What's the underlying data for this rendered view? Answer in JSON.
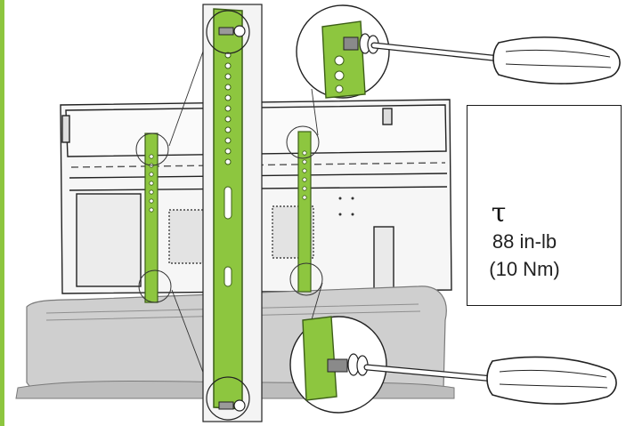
{
  "accent_color": "#8dc63f",
  "accent_dark": "#4f7d1f",
  "panel_fill": "#f4f4f4",
  "wrap_fill": "#cfcfcf",
  "torque": {
    "symbol": "τ",
    "value_imperial": "88 in-lb",
    "value_metric": "(10 Nm)"
  },
  "icons": [
    "screwdriver-icon",
    "screwdriver-icon",
    "rotation-arrow-icon",
    "bolt-icon"
  ]
}
